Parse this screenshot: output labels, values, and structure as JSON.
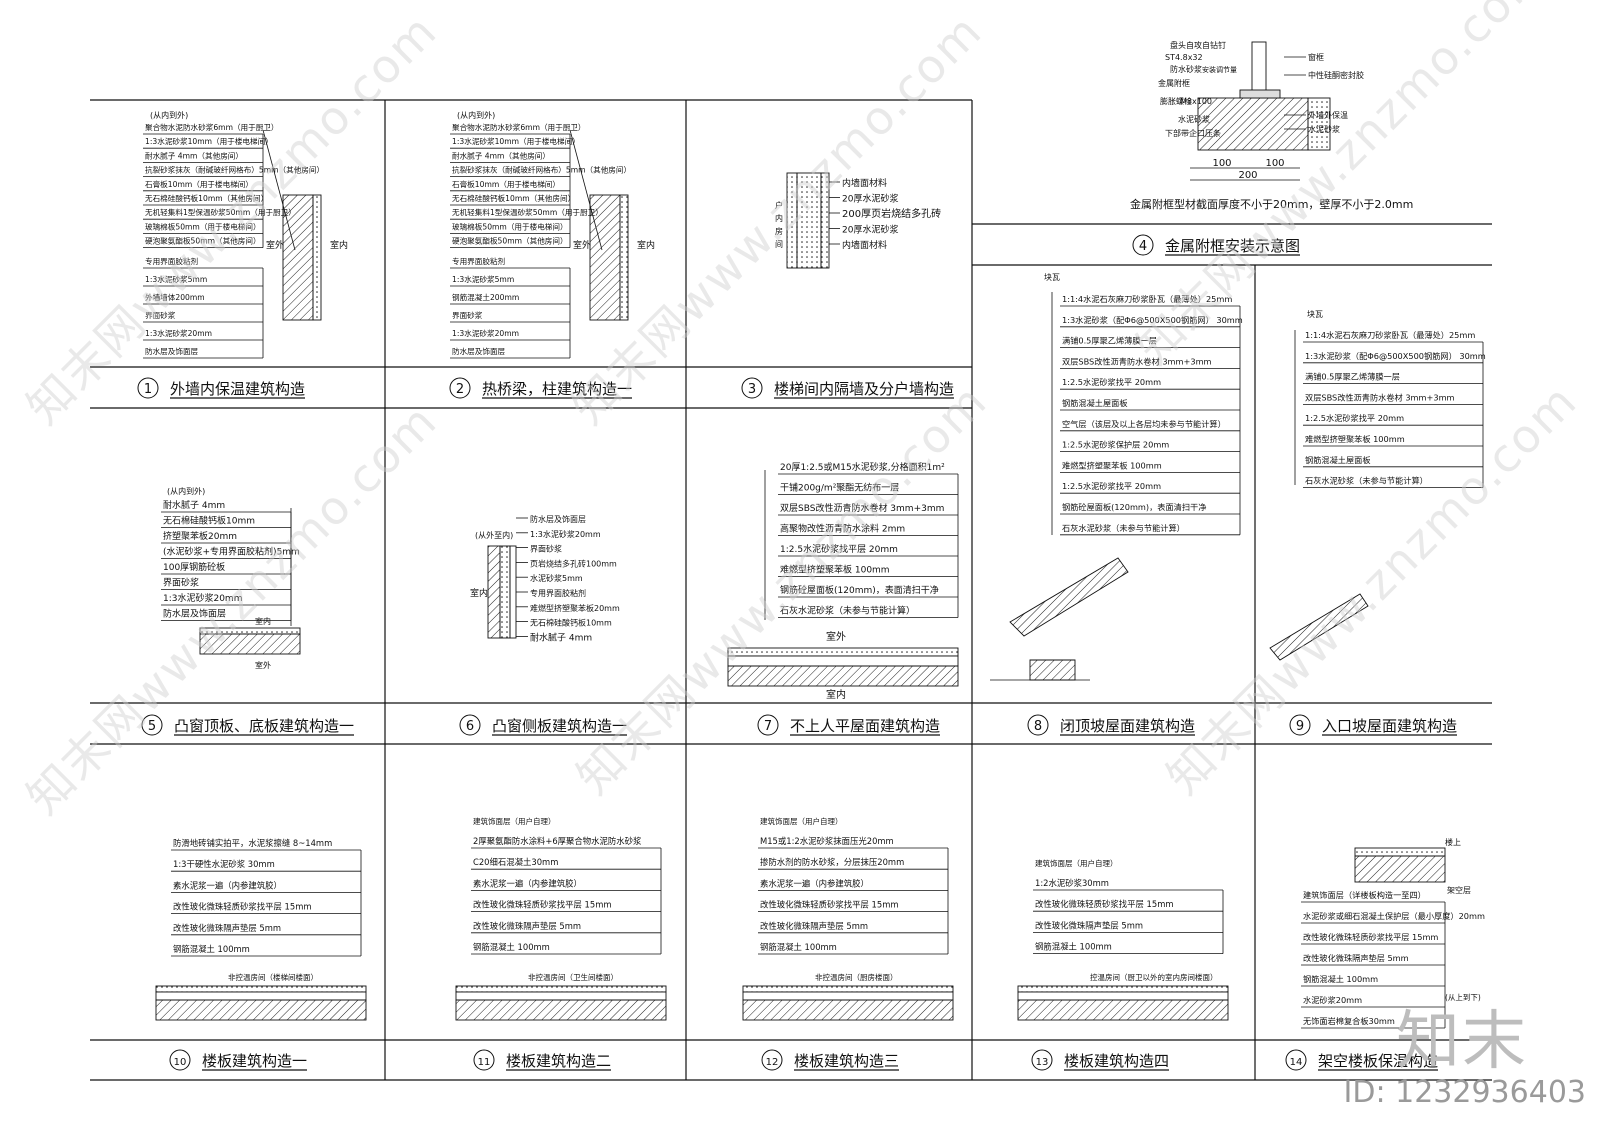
{
  "titles": [
    {
      "num": "1",
      "label": "外墙内保温建筑构造"
    },
    {
      "num": "2",
      "label": "热桥梁，柱建筑构造一"
    },
    {
      "num": "3",
      "label": "楼梯间内隔墙及分户墙构造"
    },
    {
      "num": "4",
      "label": "金属附框安装示意图"
    },
    {
      "num": "5",
      "label": "凸窗顶板、底板建筑构造一"
    },
    {
      "num": "6",
      "label": "凸窗侧板建筑构造一"
    },
    {
      "num": "7",
      "label": "不上人平屋面建筑构造"
    },
    {
      "num": "8",
      "label": "闭顶坡屋面建筑构造"
    },
    {
      "num": "9",
      "label": "入口坡屋面建筑构造"
    },
    {
      "num": "10",
      "label": "楼板建筑构造一"
    },
    {
      "num": "11",
      "label": "楼板建筑构造二"
    },
    {
      "num": "12",
      "label": "楼板建筑构造三"
    },
    {
      "num": "13",
      "label": "楼板建筑构造四"
    },
    {
      "num": "14",
      "label": "架空楼板保温构造"
    }
  ],
  "d1": {
    "head": "(从内到外)",
    "layers": [
      "聚合物水泥防水砂浆6mm（用于厨卫）",
      "1:3水泥砂浆10mm（用于楼电梯间）",
      "耐水腻子 4mm（其他房间）",
      "抗裂砂浆抹灰（耐碱玻纤网格布）5mm（其他房间）",
      "石膏板10mm（用于楼电梯间）",
      "无石棉硅酸钙板10mm（其他房间）",
      "无机轻集料1型保温砂浆50mm（用于厨卫）",
      "玻璃棉板50mm（用于楼电梯间）",
      "硬泡聚氨酯板50mm（其他房间）",
      "专用界面胶粘剂",
      "1:3水泥砂浆5mm",
      "外墙墙体200mm",
      "界面砂浆",
      "1:3水泥砂浆20mm",
      "防水层及饰面层"
    ],
    "outside": "室外",
    "inside": "室内"
  },
  "d2": {
    "head": "(从内到外)",
    "layers": [
      "聚合物水泥防水砂浆6mm（用于厨卫）",
      "1:3水泥砂浆10mm（用于楼电梯间）",
      "耐水腻子 4mm（其他房间）",
      "抗裂砂浆抹灰（耐碱玻纤网格布）5mm（其他房间）",
      "石膏板10mm（用于楼电梯间）",
      "无石棉硅酸钙板10mm（其他房间）",
      "无机轻集料1型保温砂浆50mm（用于厨卫）",
      "玻璃棉板50mm（用于楼电梯间）",
      "硬泡聚氨酯板50mm（其他房间）",
      "专用界面胶粘剂",
      "1:3水泥砂浆5mm",
      "钢筋混凝土200mm",
      "界面砂浆",
      "1:3水泥砂浆20mm",
      "防水层及饰面层"
    ],
    "outside": "室外",
    "inside": "室内"
  },
  "d3": {
    "layers": [
      "内墙面材料",
      "20厚水泥砂浆",
      "200厚页岩烧结多孔砖",
      "20厚水泥砂浆",
      "内墙面材料"
    ],
    "side": "户内房间"
  },
  "d4": {
    "labels_left": [
      "盘头自攻自钻钉",
      "ST4.8x32",
      "防水砂浆",
      "金属附框",
      "膨胀螺栓",
      "M8x100",
      "水泥砂浆",
      "下部带企口压条"
    ],
    "labels_mid": [
      "安装调节量"
    ],
    "labels_right": [
      "窗框",
      "中性硅酮密封胶",
      "外墙外保温",
      "水泥砂浆"
    ],
    "dims": [
      "100",
      "100",
      "200"
    ],
    "note": "金属附框型材截面厚度不小于20mm，壁厚不小于2.0mm"
  },
  "d5": {
    "head": "(从内到外)",
    "layers": [
      "耐水腻子 4mm",
      "无石棉硅酸钙板10mm",
      "挤塑聚苯板20mm",
      "(水泥砂浆+专用界面胶粘剂)5mm",
      "100厚钢筋砼板",
      "界面砂浆",
      "1:3水泥砂浆20mm",
      "防水层及饰面层"
    ],
    "inside": "室内",
    "outside": "室外"
  },
  "d6": {
    "head": "(从外至内)",
    "layers": [
      "防水层及饰面层",
      "1:3水泥砂浆20mm",
      "界面砂浆",
      "页岩烧结多孔砖100mm",
      "水泥砂浆5mm",
      "专用界面胶粘剂",
      "难燃型挤塑聚苯板20mm",
      "无石棉硅酸钙板10mm",
      "耐水腻子 4mm"
    ],
    "inside": "室内"
  },
  "d7": {
    "layers": [
      "20厚1:2.5或M15水泥砂浆,分格面积1m²",
      "干铺200g/m²聚酯无纺布一层",
      "双层SBS改性沥青防水卷材 3mm+3mm",
      "高聚物改性沥青防水涂料 2mm",
      "1:2.5水泥砂浆找平层 20mm",
      "难燃型挤塑聚苯板 100mm",
      "钢筋砼屋面板(120mm)，表面清扫干净",
      "石灰水泥砂浆（未参与节能计算）"
    ],
    "outside": "室外",
    "inside": "室内"
  },
  "d8": {
    "head": "块瓦",
    "layers": [
      "1:1:4水泥石灰麻刀砂浆卧瓦（最薄处）25mm",
      "1:3水泥砂浆（配Φ6@500X500钢筋网） 30mm",
      "满铺0.5厚聚乙烯薄膜一层",
      "双层SBS改性沥青防水卷材 3mm+3mm",
      "1:2.5水泥砂浆找平 20mm",
      "钢筋混凝土屋面板",
      "空气层（该层及以上各层均未参与节能计算）",
      "1:2.5水泥砂浆保护层 20mm",
      "难燃型挤塑聚苯板 100mm",
      "1:2.5水泥砂浆找平 20mm",
      "钢筋砼屋面板(120mm)，表面清扫干净",
      "石灰水泥砂浆（未参与节能计算）"
    ]
  },
  "d9": {
    "head": "块瓦",
    "layers": [
      "1:1:4水泥石灰麻刀砂浆卧瓦（最薄处）25mm",
      "1:3水泥砂浆（配Φ6@500X500钢筋网） 30mm",
      "满铺0.5厚聚乙烯薄膜一层",
      "双层SBS改性沥青防水卷材 3mm+3mm",
      "1:2.5水泥砂浆找平 20mm",
      "难燃型挤塑聚苯板 100mm",
      "钢筋混凝土屋面板",
      "石灰水泥砂浆（未参与节能计算）"
    ]
  },
  "d10": {
    "layers": [
      "防滑地砖铺实拍平，水泥浆擦缝 8~14mm",
      "1:3干硬性水泥砂浆 30mm",
      "素水泥浆一遍（内参建筑胶）",
      "改性玻化微珠轻质砂浆找平层 15mm",
      "改性玻化微珠隔声垫层 5mm",
      "钢筋混凝土 100mm"
    ],
    "note": "非控温房间（楼梯间楼面）"
  },
  "d11": {
    "head": "建筑饰面层（用户自理）",
    "layers": [
      "2厚聚氨酯防水涂料+6厚聚合物水泥防水砂浆",
      "C20细石混凝土30mm",
      "素水泥浆一遍（内参建筑胶）",
      "改性玻化微珠轻质砂浆找平层 15mm",
      "改性玻化微珠隔声垫层 5mm",
      "钢筋混凝土 100mm"
    ],
    "note": "非控温房间（卫生间楼面）"
  },
  "d12": {
    "head": "建筑饰面层（用户自理）",
    "layers": [
      "M15或1:2水泥砂浆抹面压光20mm",
      "掺防水剂的防水砂浆，分层抹压20mm",
      "素水泥浆一遍（内参建筑胶）",
      "改性玻化微珠轻质砂浆找平层 15mm",
      "改性玻化微珠隔声垫层 5mm",
      "钢筋混凝土 100mm"
    ],
    "note": "非控温房间（厨房楼面）"
  },
  "d13": {
    "head": "建筑饰面层（用户自理）",
    "layers": [
      "1:2水泥砂浆30mm",
      "改性玻化微珠轻质砂浆找平层 15mm",
      "改性玻化微珠隔声垫层 5mm",
      "钢筋混凝土 100mm"
    ],
    "note": "控温房间（厨卫以外的室内房间楼面）"
  },
  "d14": {
    "top": "楼上",
    "side": "架空层",
    "layers": [
      "建筑饰面层（详楼板构造一至四）",
      "水泥砂浆或细石混凝土保护层（最小厚度）20mm",
      "改性玻化微珠轻质砂浆找平层 15mm",
      "改性玻化微珠隔声垫层 5mm",
      "钢筋混凝土 100mm",
      "水泥砂浆20mm",
      "无饰面岩棉复合板30mm"
    ],
    "order": "(从上到下)"
  },
  "watermark": "知末网www.znzmo.com",
  "brand": "知末",
  "image_id": "ID: 1232936403"
}
